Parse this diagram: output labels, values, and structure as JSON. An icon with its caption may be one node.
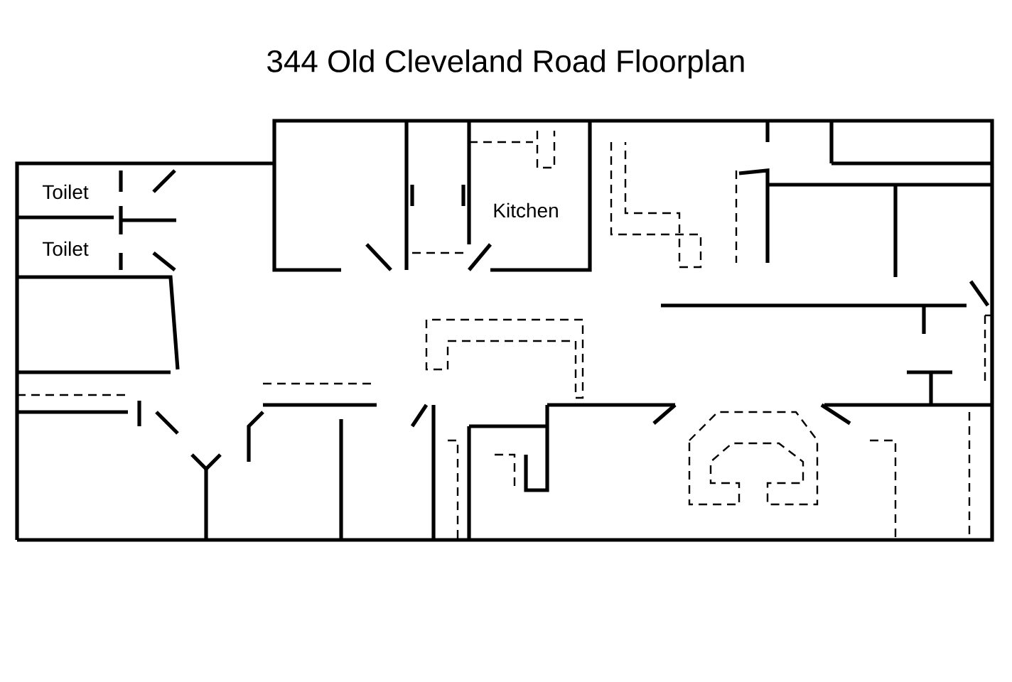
{
  "diagram": {
    "title": "344 Old Cleveland Road Floorplan",
    "labels": [
      "Toilet",
      "Toilet",
      "Kitchen"
    ]
  }
}
